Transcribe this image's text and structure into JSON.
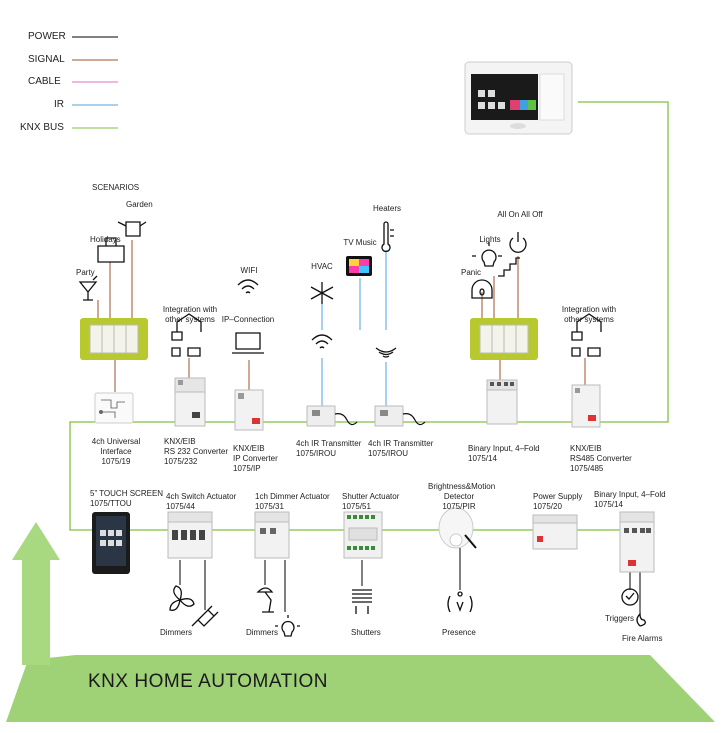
{
  "legend": [
    {
      "label": "POWER",
      "color": "#000000"
    },
    {
      "label": "SIGNAL",
      "color": "#a0522d"
    },
    {
      "label": "CABLE",
      "color": "#e070c0"
    },
    {
      "label": "IR",
      "color": "#4da6e0"
    },
    {
      "label": "KNX BUS",
      "color": "#7fc241"
    }
  ],
  "title": "KNX HOME AUTOMATION",
  "scenarios": {
    "heading": "SCENARIOS",
    "garden": "Garden",
    "holidays": "Holidays",
    "party": "Party"
  },
  "top_devices": {
    "universal_interface": [
      "4ch Universal",
      "Interface",
      "1075/19"
    ],
    "rs232": [
      "KNX/EIB",
      "RS 232 Converter",
      "1075/232"
    ],
    "rs232_integration": [
      "Integration with",
      "other systems"
    ],
    "ip": [
      "KNX/EIB",
      "IP Converter",
      "1075/IP"
    ],
    "wifi": "WIFI",
    "ip_connection": "IP–Connection",
    "ir1": [
      "4ch IR Transmitter",
      "1075/IROU"
    ],
    "hvac": "HVAC",
    "tv_music": "TV Music",
    "heaters": "Heaters",
    "ir2": [
      "4ch IR Transmitter",
      "1075/IROU"
    ],
    "binary_input_top": [
      "Binary Input, 4–Fold",
      "1075/14"
    ],
    "all_on_all_off": "All On All Off",
    "lights": "Lights",
    "panic": "Panic",
    "rs485": [
      "KNX/EIB",
      "RS485 Converter",
      "1075/485"
    ],
    "rs485_integration": [
      "Integration with",
      "other systems"
    ]
  },
  "bottom_devices": {
    "touch_screen": [
      "5” TOUCH SCREEN",
      "1075/TTOU"
    ],
    "switch_actuator": [
      "4ch Switch Actuator",
      "1075/44"
    ],
    "dimmer_actuator": [
      "1ch Dimmer Actuator",
      "1075/31"
    ],
    "shutter_actuator": [
      "Shutter Actuator",
      "1075/51"
    ],
    "pir": [
      "Brightness&Motion",
      "Detector",
      "1075/PIR"
    ],
    "power_supply": [
      "Power Supply",
      "1075/20"
    ],
    "binary_input_bottom": [
      "Binary Input, 4–Fold",
      "1075/14"
    ]
  },
  "bottom_loads": {
    "dimmers1": "Dimmers",
    "dimmers2": "Dimmers",
    "shutters": "Shutters",
    "presence": "Presence",
    "triggers": "Triggers",
    "fire_alarms": "Fire Alarms"
  },
  "colors": {
    "knx_bus": "#7fc241",
    "ir": "#4da6e0",
    "signal": "#a0522d",
    "switch_frame": "#b8c930",
    "banner": "#9fd177",
    "arrow": "#a8d880"
  }
}
